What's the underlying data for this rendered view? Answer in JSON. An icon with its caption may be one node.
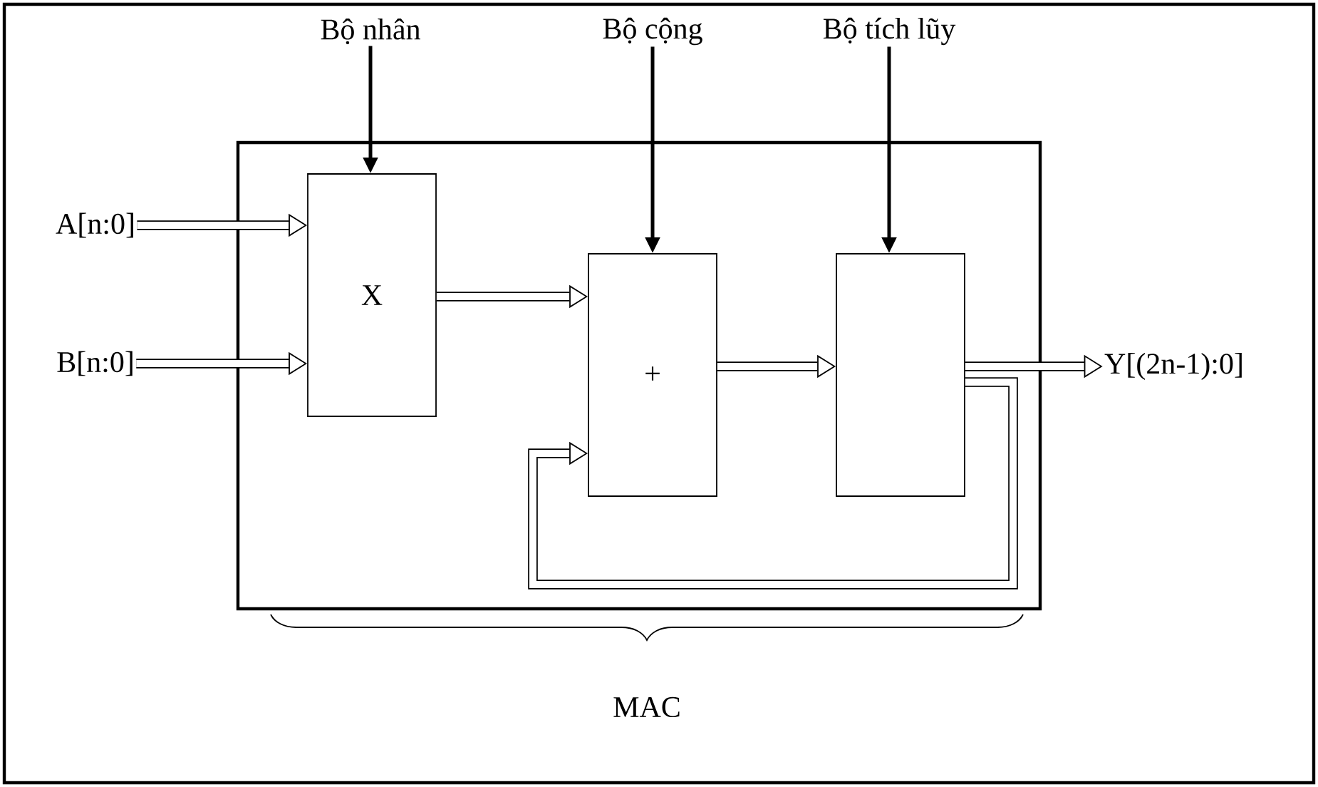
{
  "diagram": {
    "nodes": [
      {
        "text": [],
        "shape": "box",
        "beside": [
          "MAC"
        ]
      },
      {
        "text": [
          "X"
        ],
        "in": 0
      },
      {
        "text": [
          "+"
        ],
        "in": 0
      },
      {
        "text": [],
        "shape": "box",
        "in": 0
      },
      {
        "text": [
          "A[n:0]"
        ]
      },
      {
        "text": [
          "B[n:0]"
        ]
      },
      {
        "text": [
          "Bộ nhân"
        ]
      },
      {
        "text": [
          "Bộ cộng"
        ]
      },
      {
        "text": [
          "Bộ tích lũy"
        ]
      },
      {
        "text": [
          "Y[(2n-1):0]"
        ]
      }
    ],
    "edges": [
      {
        "from": 4,
        "to": 1,
        "arrow": "to"
      },
      {
        "from": 5,
        "to": 1,
        "arrow": "to"
      },
      {
        "from": 1,
        "to": 2,
        "arrow": "to"
      },
      {
        "from": 2,
        "to": 3,
        "arrow": "to"
      },
      {
        "from": 3,
        "to": 9,
        "arrow": "to"
      },
      {
        "from": 3,
        "to": 2,
        "arrow": "to"
      },
      {
        "from": 6,
        "to": 1,
        "arrow": "to"
      },
      {
        "from": 7,
        "to": 2,
        "arrow": "to"
      },
      {
        "from": 8,
        "to": 3,
        "arrow": "to"
      }
    ]
  }
}
